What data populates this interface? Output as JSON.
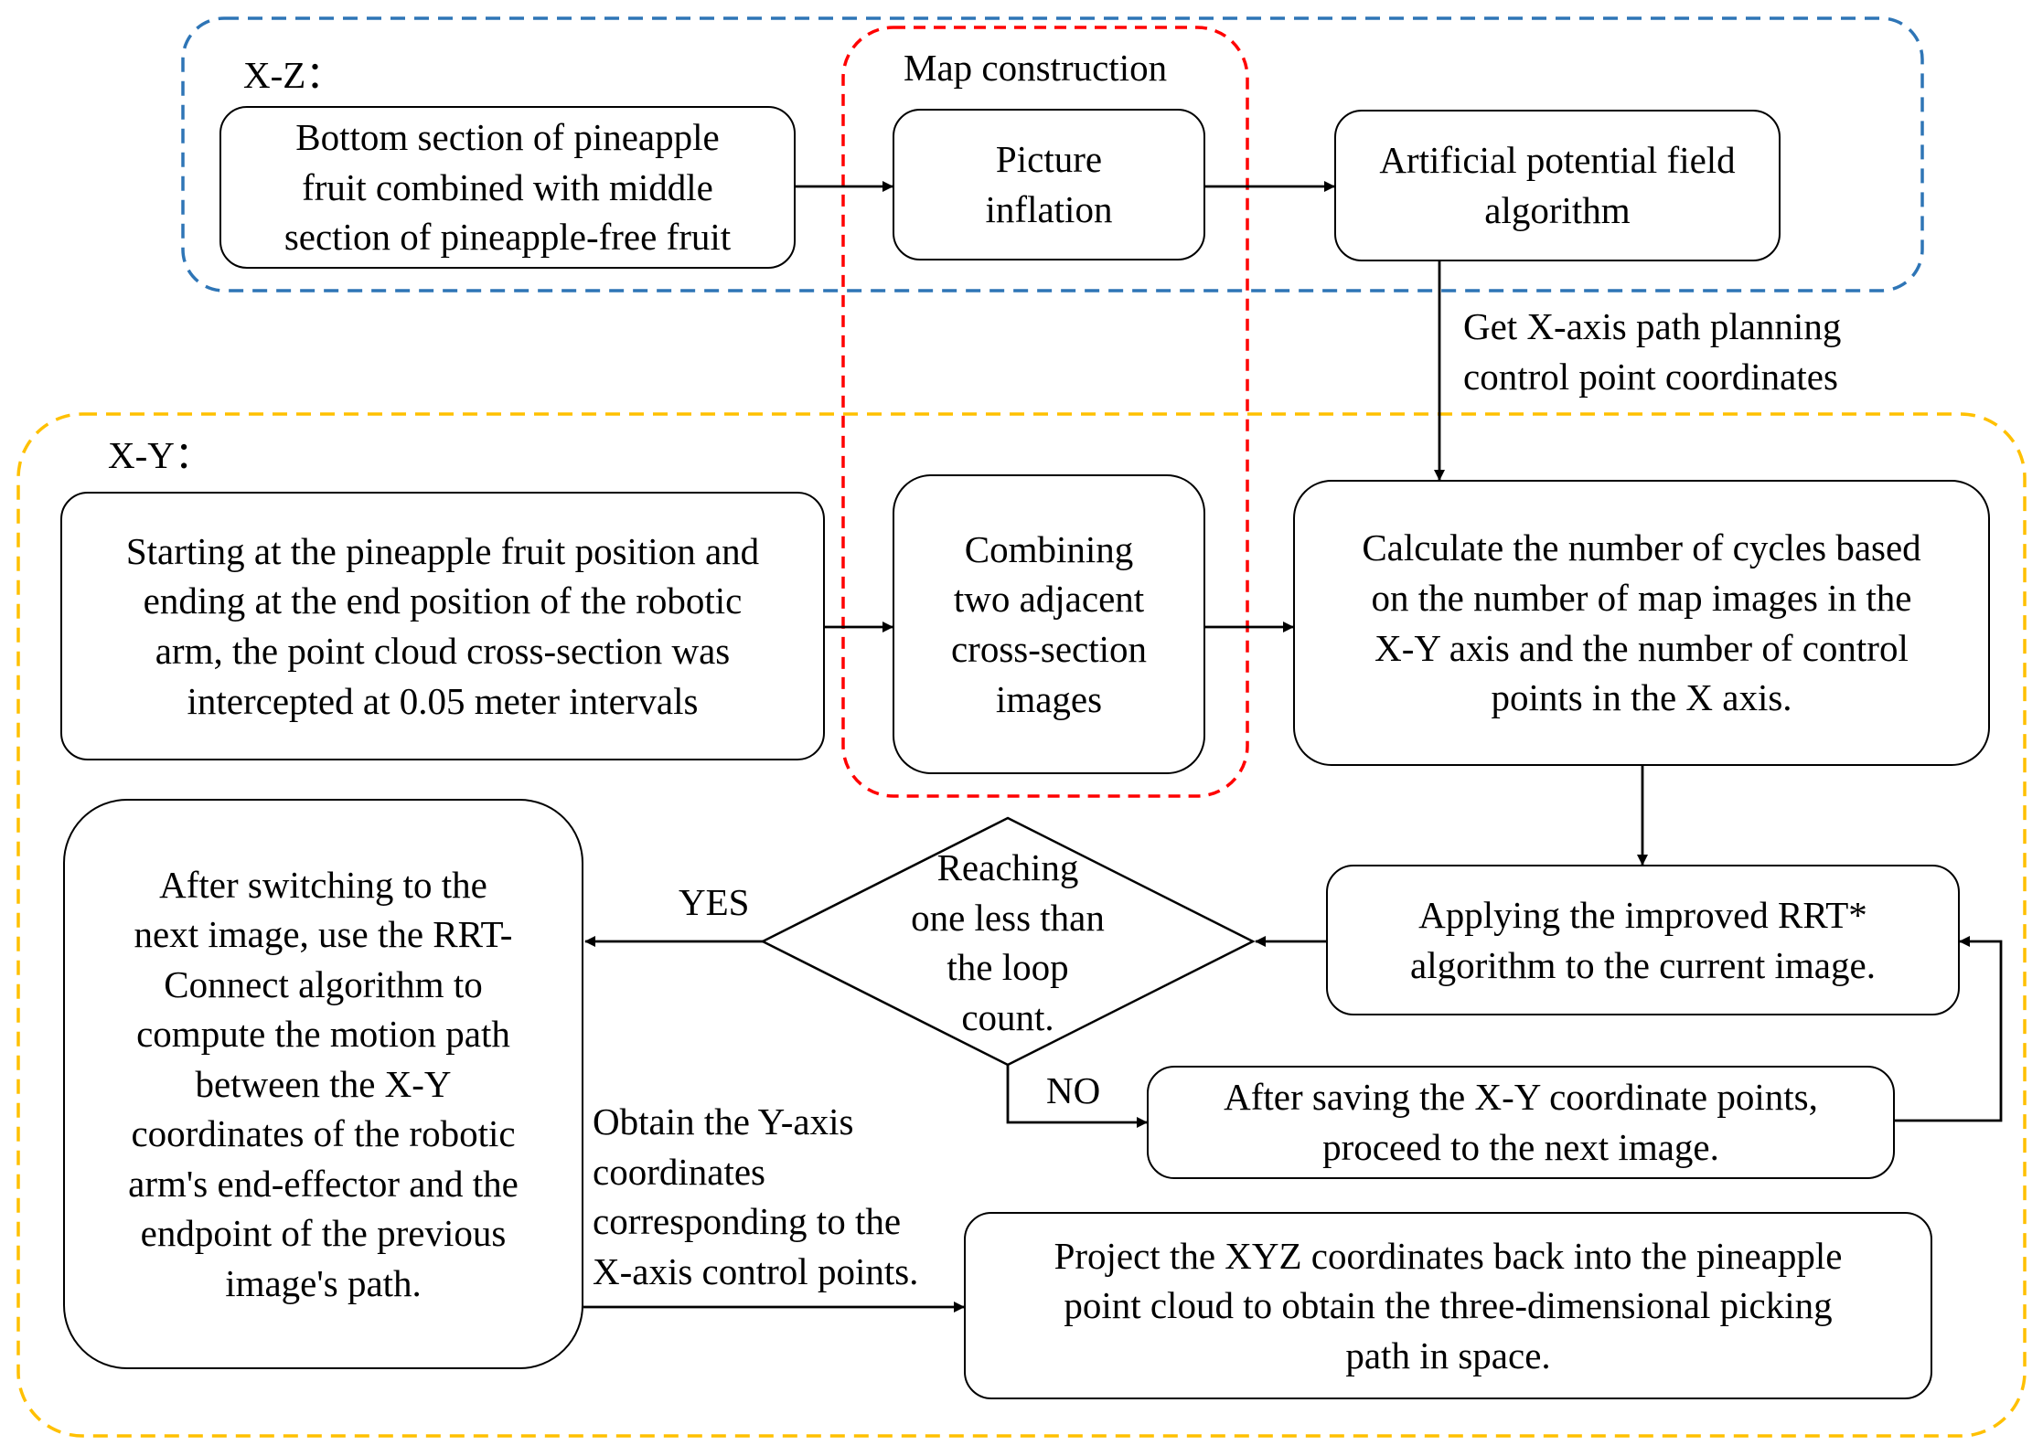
{
  "regions": {
    "xz_label": "X-Z：",
    "xy_label": "X-Y：",
    "map_label": "Map construction"
  },
  "boxes": {
    "bottom_section": "Bottom section of pineapple\nfruit combined with middle\nsection of pineapple-free fruit",
    "picture_inflation": "Picture\ninflation",
    "apf": "Artificial potential field\nalgorithm",
    "starting": "Starting at the pineapple fruit position and\nending at the end position of the robotic\narm, the point cloud cross-section was\nintercepted at 0.05 meter intervals",
    "combining": "Combining\ntwo adjacent\ncross-section\nimages",
    "calculate": "Calculate the number of cycles based\non the number of map images in the\nX-Y axis and the number of control\npoints in the X axis.",
    "applying": "Applying the improved RRT*\nalgorithm to the current image.",
    "decision": "Reaching\none less than\nthe loop\ncount.",
    "after_switching": "After switching to the\nnext image, use the RRT-\nConnect algorithm to\ncompute the motion path\nbetween the X-Y\ncoordinates of the robotic\narm's end-effector and the\nendpoint of the previous\nimage's path.",
    "after_saving": "After saving the X-Y coordinate points,\nproceed to the next image.",
    "project": "Project the XYZ coordinates back into the pineapple\npoint cloud to obtain the three-dimensional picking\npath in space."
  },
  "edge_labels": {
    "get_x_axis": "Get X-axis path planning\ncontrol point coordinates",
    "yes": "YES",
    "no": "NO",
    "obtain_y": "Obtain the Y-axis\ncoordinates\ncorresponding to the\nX-axis control points."
  },
  "colors": {
    "xz_border": "#2e75b6",
    "xy_border": "#ffc000",
    "map_border": "#ff0000",
    "line": "#000000"
  }
}
